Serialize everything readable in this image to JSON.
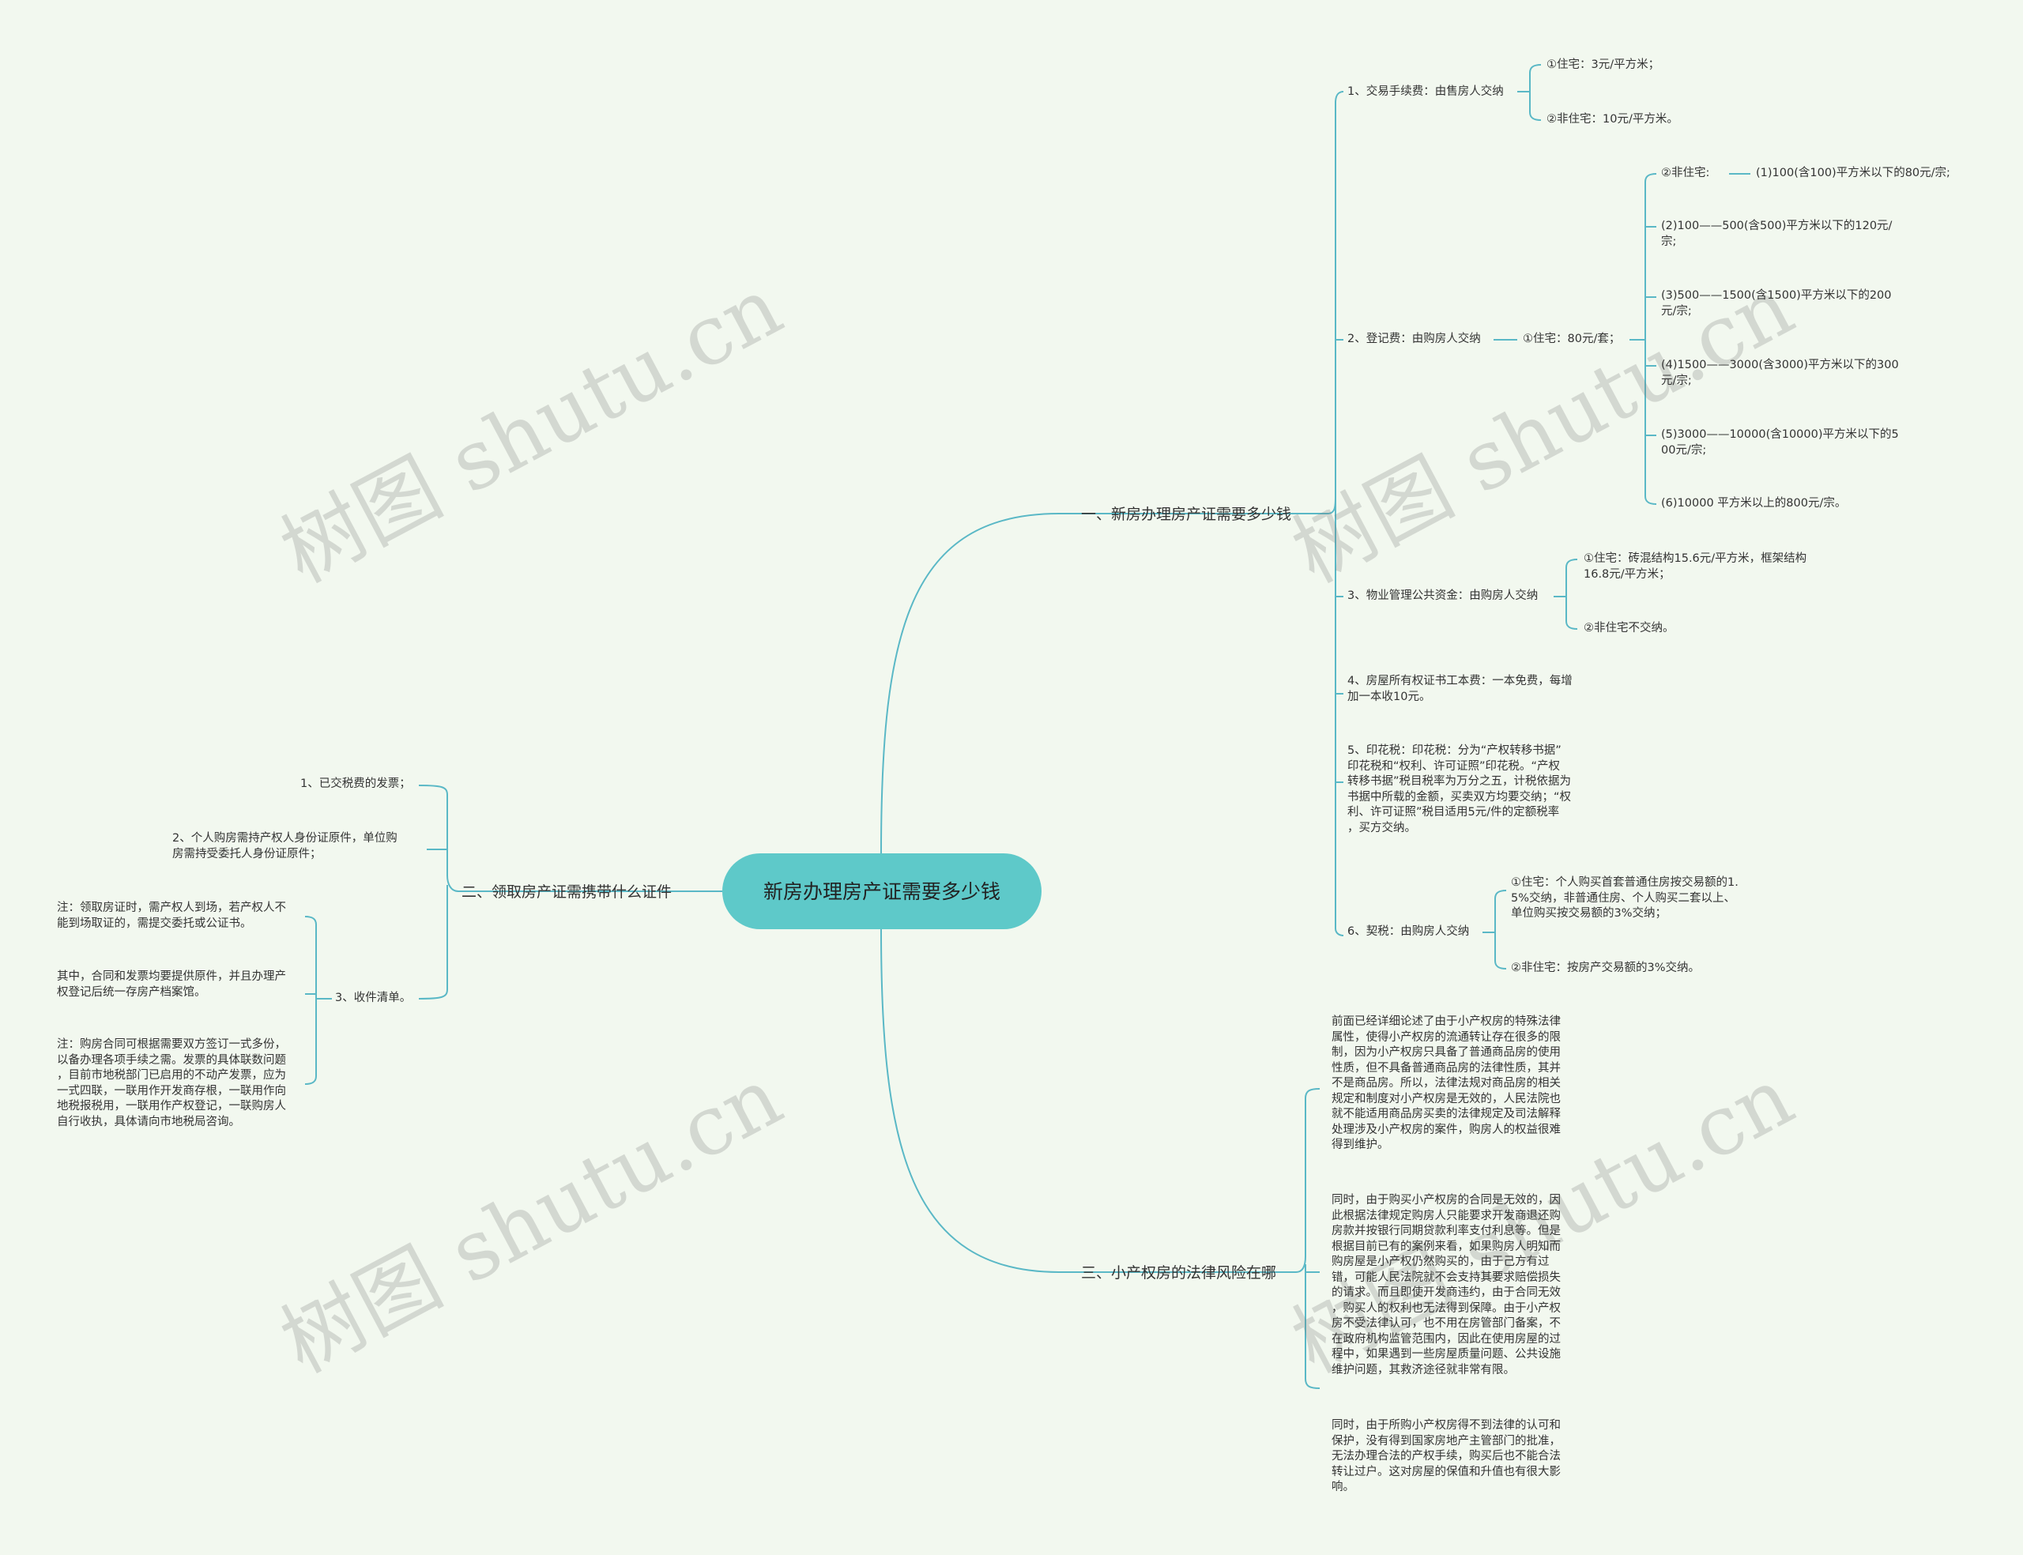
{
  "root": "新房办理房产证需要多少钱",
  "watermark": "树图 shutu.cn",
  "line_color": "#5ab8c6",
  "root_color": "#5ec9c9",
  "b1": {
    "label": "一、新房办理房产证需要多少钱",
    "n1": "1、交易手续费：由售房人交纳",
    "n1a": "①住宅：3元/平方米；",
    "n1b": "②非住宅：10元/平方米。",
    "n2": "2、登记费：由购房人交纳",
    "n2a": "①住宅：80元/套；",
    "n2b": "②非住宅:",
    "n2c1": "(1)100(含100)平方米以下的80元/宗;",
    "n2c2": "(2)100——500(含500)平方米以下的120元/\n宗;",
    "n2c3": "(3)500——1500(含1500)平方米以下的200\n元/宗;",
    "n2c4": "(4)1500——3000(含3000)平方米以下的300\n元/宗;",
    "n2c5": "(5)3000——10000(含10000)平方米以下的5\n00元/宗;",
    "n2c6": "(6)10000 平方米以上的800元/宗。",
    "n3": "3、物业管理公共资金：由购房人交纳",
    "n3a": "①住宅：砖混结构15.6元/平方米，框架结构\n16.8元/平方米；",
    "n3b": "②非住宅不交纳。",
    "n4": "4、房屋所有权证书工本费：一本免费，每增\n加一本收10元。",
    "n5": "5、印花税：印花税：分为“产权转移书据”\n印花税和“权利、许可证照”印花税。“产权\n转移书据”税目税率为万分之五，计税依据为\n书据中所载的金额，买卖双方均要交纳；“权\n利、许可证照”税目适用5元/件的定额税率\n，买方交纳。",
    "n6": "6、契税：由购房人交纳",
    "n6a": "①住宅：个人购买首套普通住房按交易额的1.\n5%交纳，非普通住房、个人购买二套以上、\n单位购买按交易额的3%交纳；",
    "n6b": "②非住宅：按房产交易额的3%交纳。"
  },
  "b2": {
    "label": "二、领取房产证需携带什么证件",
    "n1": "1、已交税费的发票；",
    "n2": "2、个人购房需持产权人身份证原件，单位购\n房需持受委托人身份证原件；",
    "n3": "3、收件清单。",
    "n3a": "注：领取房证时，需产权人到场，若产权人不\n能到场取证的，需提交委托或公证书。",
    "n3b": "其中，合同和发票均要提供原件，并且办理产\n权登记后统一存房产档案馆。",
    "n3c": "注：购房合同可根据需要双方签订一式多份，\n以备办理各项手续之需。发票的具体联数问题\n，目前市地税部门已启用的不动产发票，应为\n一式四联，一联用作开发商存根，一联用作向\n地税报税用，一联用作产权登记，一联购房人\n自行收执，具体请向市地税局咨询。"
  },
  "b3": {
    "label": "三、小产权房的法律风险在哪",
    "p1": "前面已经详细论述了由于小产权房的特殊法律\n属性，使得小产权房的流通转让存在很多的限\n制，因为小产权房只具备了普通商品房的使用\n性质，但不具备普通商品房的法律性质，其并\n不是商品房。所以，法律法规对商品房的相关\n规定和制度对小产权房是无效的，人民法院也\n就不能适用商品房买卖的法律规定及司法解释\n处理涉及小产权房的案件，购房人的权益很难\n得到维护。",
    "p2": "同时，由于购买小产权房的合同是无效的，因\n此根据法律规定购房人只能要求开发商退还购\n房款并按银行同期贷款利率支付利息等。但是\n根据目前已有的案例来看，如果购房人明知而\n购房屋是小产权仍然购买的，由于己方有过\n错，可能人民法院就不会支持其要求赔偿损失\n的请求。而且即使开发商违约，由于合同无效\n，购买人的权利也无法得到保障。由于小产权\n房不受法律认可，也不用在房管部门备案，不\n在政府机构监管范围内，因此在使用房屋的过\n程中，如果遇到一些房屋质量问题、公共设施\n维护问题，其救济途径就非常有限。",
    "p3": "同时，由于所购小产权房得不到法律的认可和\n保护，没有得到国家房地产主管部门的批准，\n无法办理合法的产权手续，购买后也不能合法\n转让过户。这对房屋的保值和升值也有很大影\n响。"
  }
}
